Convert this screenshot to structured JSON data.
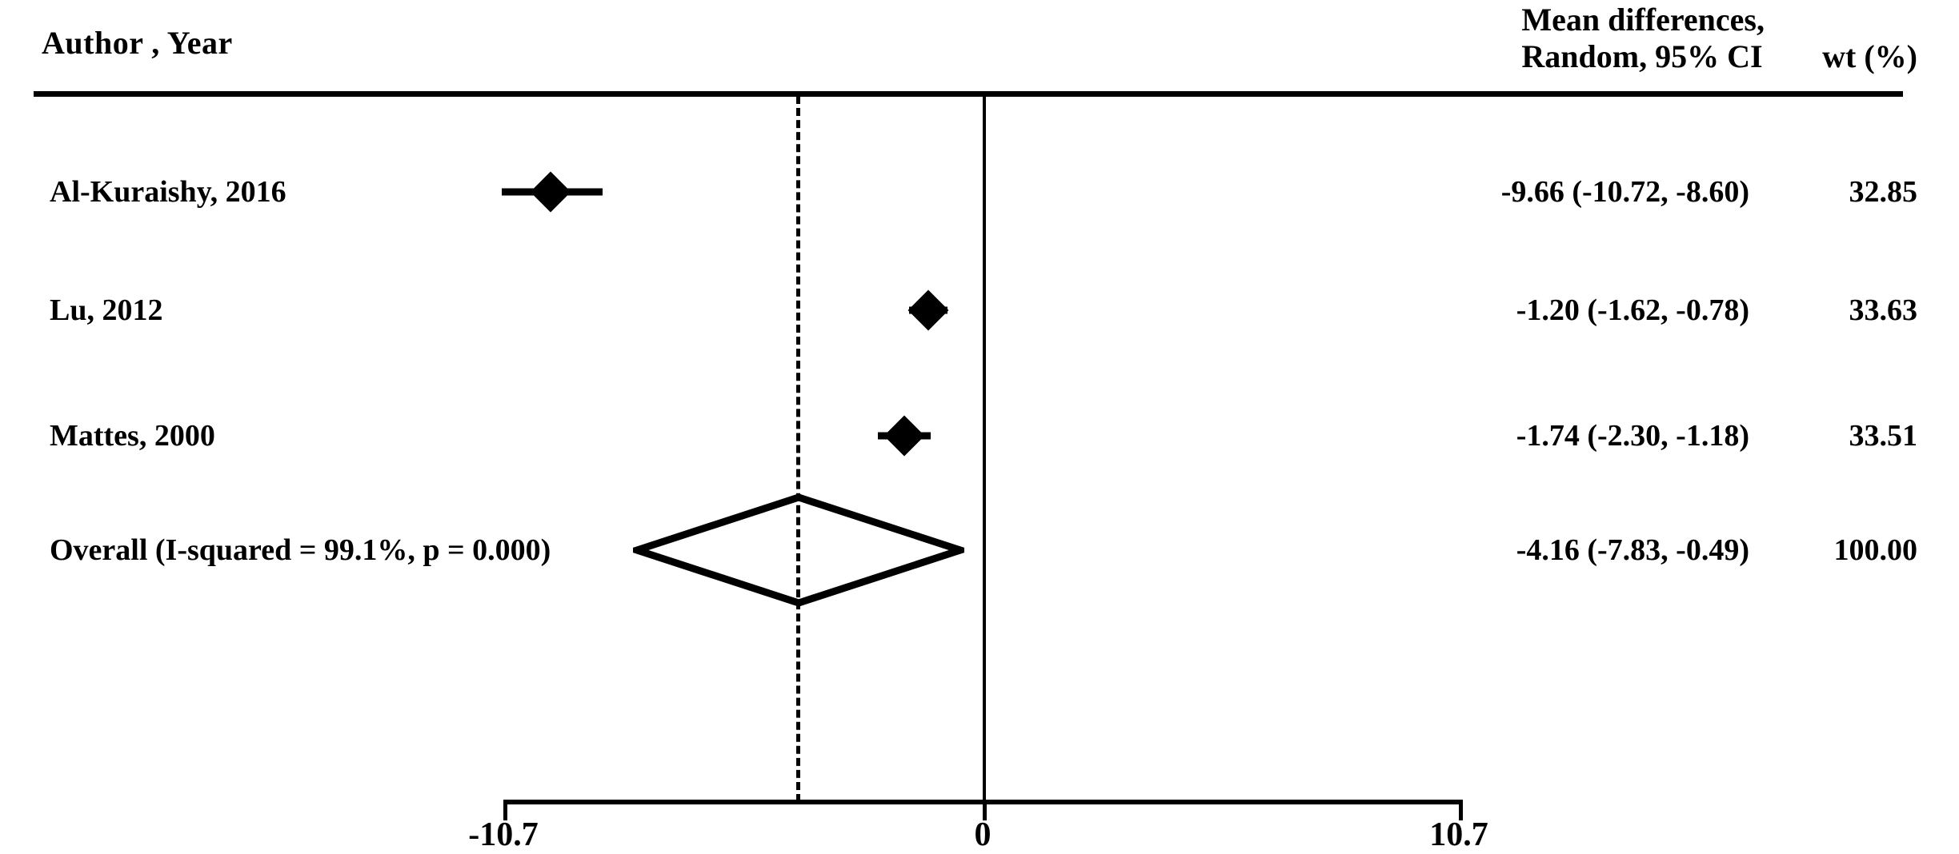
{
  "header": {
    "author_col": "Author , Year",
    "effect_col_line1": "Mean differences,",
    "effect_col_line2": "Random, 95% CI",
    "weight_col": "wt (%)"
  },
  "axis": {
    "left_label": "-10.7",
    "center_label": "0",
    "right_label": "10.7"
  },
  "rows": [
    {
      "label": "Al-Kuraishy, 2016",
      "effect_text": "-9.66 (-10.72, -8.60)",
      "weight_text": "32.85"
    },
    {
      "label": "Lu, 2012",
      "effect_text": "-1.20 (-1.62, -0.78)",
      "weight_text": "33.63"
    },
    {
      "label": "Mattes, 2000",
      "effect_text": "-1.74 (-2.30, -1.18)",
      "weight_text": "33.51"
    },
    {
      "label": "Overall  (I-squared = 99.1%, p = 0.000)",
      "effect_text": "-4.16 (-7.83, -0.49)",
      "weight_text": "100.00"
    }
  ],
  "chart_data": {
    "type": "forest",
    "title": "",
    "xlabel": "",
    "ylabel": "",
    "xlim": [
      -10.7,
      10.7
    ],
    "null_value": 0,
    "summary_value": -4.16,
    "effect_measure": "Mean differences, Random, 95% CI",
    "heterogeneity": "I-squared = 99.1%, p = 0.000",
    "axis_ticks": [
      -10.7,
      0,
      10.7
    ],
    "studies": [
      {
        "label": "Al-Kuraishy, 2016",
        "estimate": -9.66,
        "ci_lower": -10.72,
        "ci_upper": -8.6,
        "weight": 32.85,
        "effect_text": "-9.66 (-10.72, -8.60)"
      },
      {
        "label": "Lu, 2012",
        "estimate": -1.2,
        "ci_lower": -1.62,
        "ci_upper": -0.78,
        "weight": 33.63,
        "effect_text": "-1.20 (-1.62, -0.78)"
      },
      {
        "label": "Mattes, 2000",
        "estimate": -1.74,
        "ci_lower": -2.3,
        "ci_upper": -1.18,
        "weight": 33.51,
        "effect_text": "-1.74 (-2.30, -1.18)"
      }
    ],
    "overall": {
      "label": "Overall  (I-squared = 99.1%, p = 0.000)",
      "estimate": -4.16,
      "ci_lower": -7.83,
      "ci_upper": -0.49,
      "weight": 100.0,
      "effect_text": "-4.16 (-7.83, -0.49)"
    }
  },
  "colors": {
    "ink": "#000000",
    "paper": "#ffffff"
  }
}
